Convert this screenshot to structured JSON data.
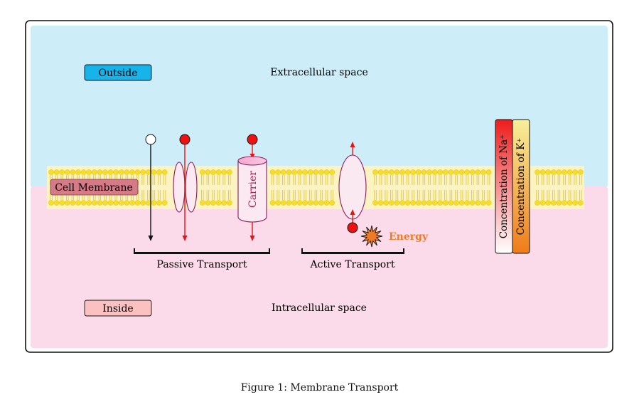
{
  "labels": {
    "outside": "Outside",
    "inside": "Inside",
    "extracellular": "Extracellular space",
    "intracellular": "Intracellular space",
    "cell_membrane": "Cell Membrane",
    "carrier": "Carrier",
    "passive_transport": "Passive Transport",
    "active_transport": "Active Transport",
    "energy": "Energy",
    "na_concentration": "Concentration of Na⁺",
    "k_concentration": "Concentration of K⁺"
  },
  "caption": "Figure 1: Membrane Transport",
  "colors": {
    "outside_bg": "#cdeef9",
    "inside_bg": "#fbdbe9",
    "outside_tag": "#16b4ea",
    "inside_tag": "#fbc0c0",
    "membrane_tag": "#d77a88",
    "lipid_head": "#f5dd2a",
    "lipid_tail": "#d8c245",
    "molecule_red": "#ee1111",
    "protein_stroke": "#8a1a5e",
    "protein_fill": "#fbe9f2",
    "energy": "#ef7b26",
    "na_bar_top": "#ee1c1c",
    "k_bar_top": "#f7f09a",
    "k_bar_bottom": "#ef7b1a"
  }
}
